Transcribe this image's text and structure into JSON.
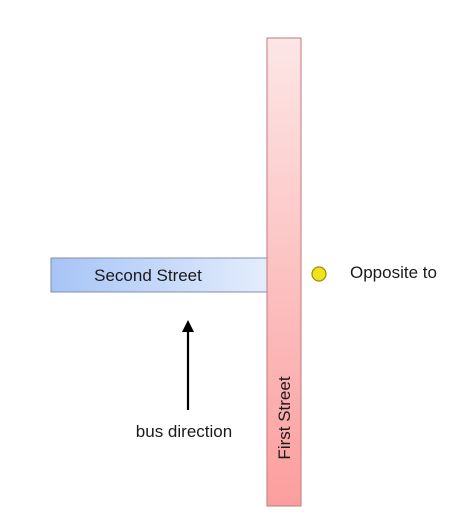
{
  "streets": {
    "second": {
      "label": "Second Street",
      "colors": {
        "start": "#a7c4f6",
        "end": "#e4edfc",
        "border": "#7f8fa8"
      }
    },
    "first": {
      "label": "First Street",
      "colors": {
        "top": "#fde6e6",
        "bottom": "#fc9e9e",
        "border": "#c07a7a"
      }
    }
  },
  "stop_marker": {
    "label": "Opposite to",
    "color": "#f2e21a",
    "border": "#9a8d10"
  },
  "bus_direction": {
    "label": "bus direction",
    "arrow_color": "#000000",
    "direction": "up"
  }
}
